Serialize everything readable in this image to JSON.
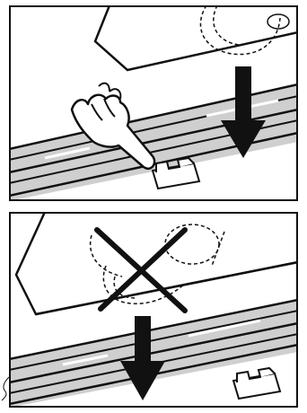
{
  "figure": {
    "panels": [
      {
        "id": "correct",
        "mark": "none",
        "arrow": "down"
      },
      {
        "id": "incorrect",
        "mark": "cross",
        "arrow": "down"
      }
    ],
    "colors": {
      "ink": "#111111",
      "rail_fill": "#cfcfcf",
      "paper": "#ffffff"
    },
    "icons": [
      "finger-icon",
      "down-arrow-icon",
      "stopper-clip-icon",
      "cross-mark-icon"
    ]
  }
}
